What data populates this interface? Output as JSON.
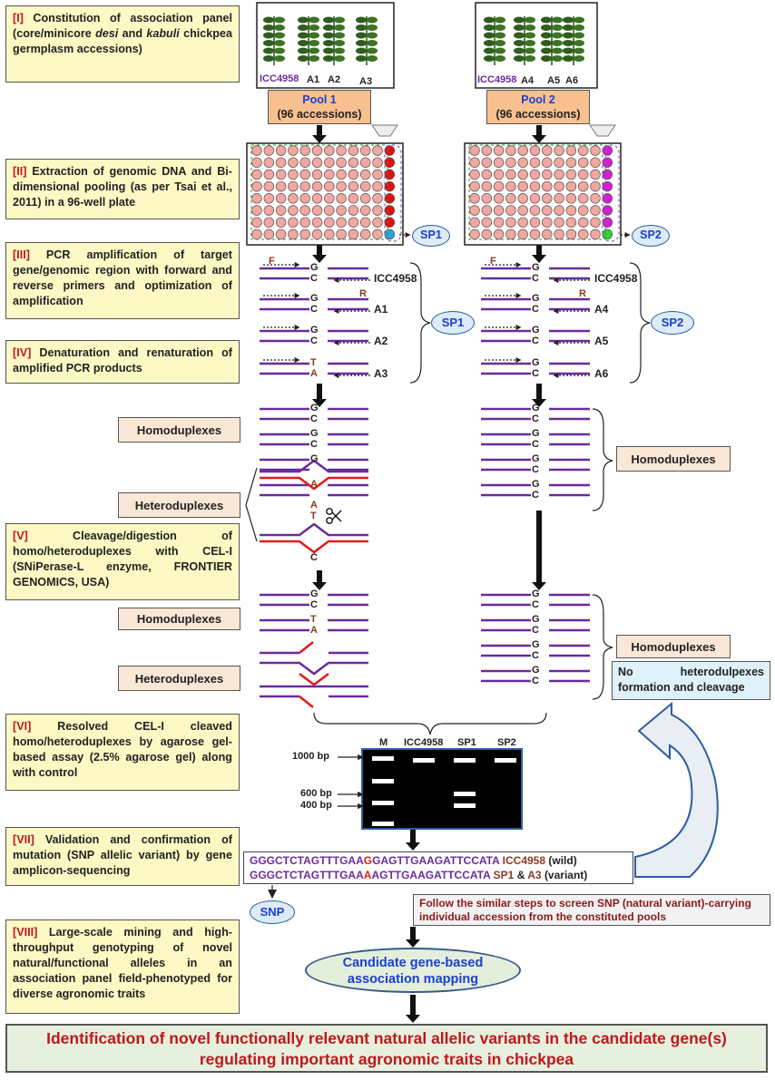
{
  "steps": [
    {
      "num": "[I]",
      "text": " Constitution of association panel (core/minicore desi and kabuli chickpea germplasm accessions)"
    },
    {
      "num": "[II]",
      "text": " Extraction of genomic DNA and Bi-dimensional pooling (as per Tsai et al., 2011) in a 96-well plate"
    },
    {
      "num": "[III]",
      "text": " PCR amplification of target gene/genomic region with forward and reverse primers and optimization of amplification"
    },
    {
      "num": "[IV]",
      "text": " Denaturation and renaturation of amplified PCR products"
    },
    {
      "num": "[V]",
      "text": " Cleavage/digestion of homo/heteroduplexes with CEL-I (SNiPerase-L enzyme, FRONTIER GENOMICS, USA)"
    },
    {
      "num": "[VI]",
      "text": " Resolved CEL-I cleaved homo/heteroduplexes by agarose gel-based assay (2.5% agarose gel) along with control"
    },
    {
      "num": "[VII]",
      "text": " Validation and confirmation of mutation (SNP allelic variant) by gene amplicon-sequencing"
    },
    {
      "num": "[VIII]",
      "text": " Large-scale mining and high-throughput genotyping of novel natural/functional alleles in an association panel field-phenotyped for diverse agronomic traits"
    }
  ],
  "pool1": {
    "name": "Pool 1",
    "count": "(96 accessions)",
    "accessions": [
      "ICC4958",
      "A1",
      "A2",
      "A3"
    ],
    "subpool": "SP1"
  },
  "pool2": {
    "name": "Pool 2",
    "count": "(96 accessions)",
    "accessions": [
      "ICC4958",
      "A4",
      "A5",
      "A6"
    ],
    "subpool": "SP2"
  },
  "pcr": {
    "forward": "F",
    "reverse": "R"
  },
  "labels": {
    "homoduplexes": "Homoduplexes",
    "heteroduplexes": "Heteroduplexes",
    "no_hetero": "No heterodulpexes formation and cleavage"
  },
  "gel": {
    "lanes": [
      "M",
      "ICC4958",
      "SP1",
      "SP2"
    ],
    "sizes": [
      "1000 bp",
      "600 bp",
      "400 bp"
    ]
  },
  "sequence": {
    "wild_pre": "GGGCTCTAGTTTGAA",
    "wild_snp": "G",
    "wild_post": "GAGTTGAAGATTCCATA",
    "wild_id": "ICC4958",
    "wild_tag": "(wild)",
    "var_pre": "GGGCTCTAGTTTGAA",
    "var_snp": "A",
    "var_post": "AGTTGAAGATTCCATA",
    "var_id1": "SP1",
    "var_amp": "&",
    "var_id2": "A3",
    "var_tag": "(variant)"
  },
  "snp_label": "SNP",
  "follow_text": "Follow the similar steps to screen SNP (natural variant)-carrying individual accession from the constituted pools",
  "candidate": "Candidate gene-based association mapping",
  "final": "Identification of novel functionally relevant natural allelic variants in the candidate gene(s) regulating important agronomic traits in chickpea",
  "colors": {
    "strand": "#6a2c9a",
    "mismatch": "#e21b1b",
    "step_bg": "#fdf9c4",
    "label_bg": "#fbe7d6",
    "pool_bg": "#f9c08f"
  }
}
